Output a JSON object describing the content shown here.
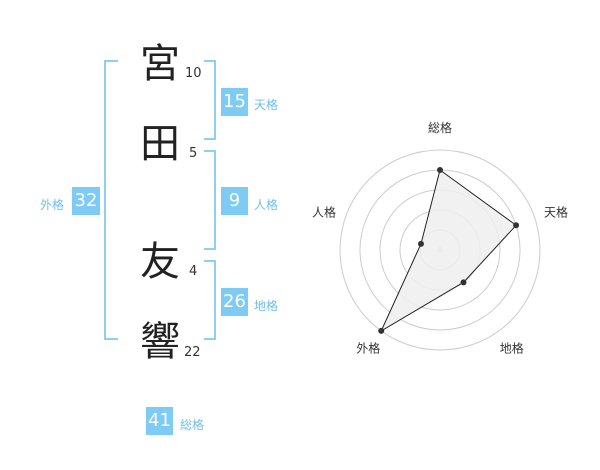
{
  "name": {
    "chars": [
      {
        "char": "宮",
        "strokes": "10"
      },
      {
        "char": "田",
        "strokes": "5"
      },
      {
        "char": "友",
        "strokes": "4"
      },
      {
        "char": "響",
        "strokes": "22"
      }
    ]
  },
  "fortunes": {
    "tenkaku": {
      "value": "15",
      "label": "天格"
    },
    "jinkaku": {
      "value": "9",
      "label": "人格"
    },
    "chikaku": {
      "value": "26",
      "label": "地格"
    },
    "gaikaku": {
      "value": "32",
      "label": "外格"
    },
    "soukaku": {
      "value": "41",
      "label": "総格"
    }
  },
  "radar": {
    "axes": [
      "総格",
      "天格",
      "地格",
      "外格",
      "人格"
    ],
    "max": 5,
    "values": [
      4,
      4,
      2,
      5,
      1
    ],
    "colors": {
      "grid": "#cccccc",
      "fill": "#eeeeee",
      "stroke": "#222222",
      "point": "#333333"
    }
  }
}
